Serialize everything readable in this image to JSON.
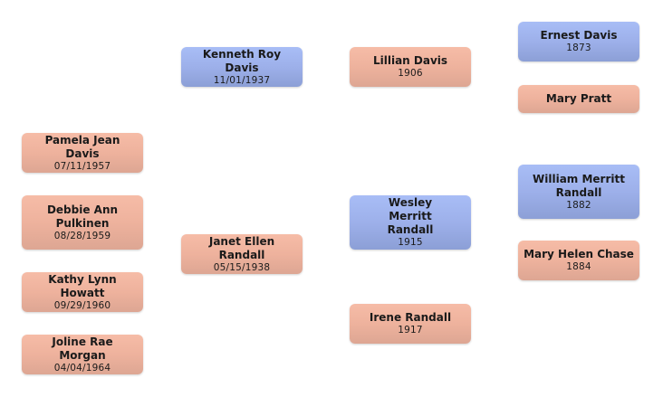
{
  "children": [
    {
      "name": "Pamela Jean Davis",
      "date": "07/11/1957",
      "gender": "female"
    },
    {
      "name": "Debbie Ann Pulkinen",
      "date": "08/28/1959",
      "gender": "female"
    },
    {
      "name": "Kathy Lynn Howatt",
      "date": "09/29/1960",
      "gender": "female"
    },
    {
      "name": "Joline Rae Morgan",
      "date": "04/04/1964",
      "gender": "female"
    }
  ],
  "parents": {
    "father": {
      "name": "Kenneth Roy Davis",
      "date": "11/01/1937",
      "gender": "male"
    },
    "mother": {
      "name": "Janet Ellen Randall",
      "date": "05/15/1938",
      "gender": "female"
    }
  },
  "grandparents": {
    "paternal_grandmother": {
      "name": "Lillian Davis",
      "date": "1906",
      "gender": "female"
    },
    "maternal_grandfather": {
      "name": "Wesley Merritt Randall",
      "date": "1915",
      "gender": "male"
    },
    "maternal_grandmother": {
      "name": "Irene Randall",
      "date": "1917",
      "gender": "female"
    }
  },
  "great_grandparents": {
    "ernest": {
      "name": "Ernest Davis",
      "date": "1873",
      "gender": "male"
    },
    "mary_pratt": {
      "name": "Mary Pratt",
      "date": "",
      "gender": "female"
    },
    "william": {
      "name": "William Merritt Randall",
      "date": "1882",
      "gender": "male"
    },
    "mary_helen": {
      "name": "Mary Helen Chase",
      "date": "1884",
      "gender": "female"
    }
  }
}
